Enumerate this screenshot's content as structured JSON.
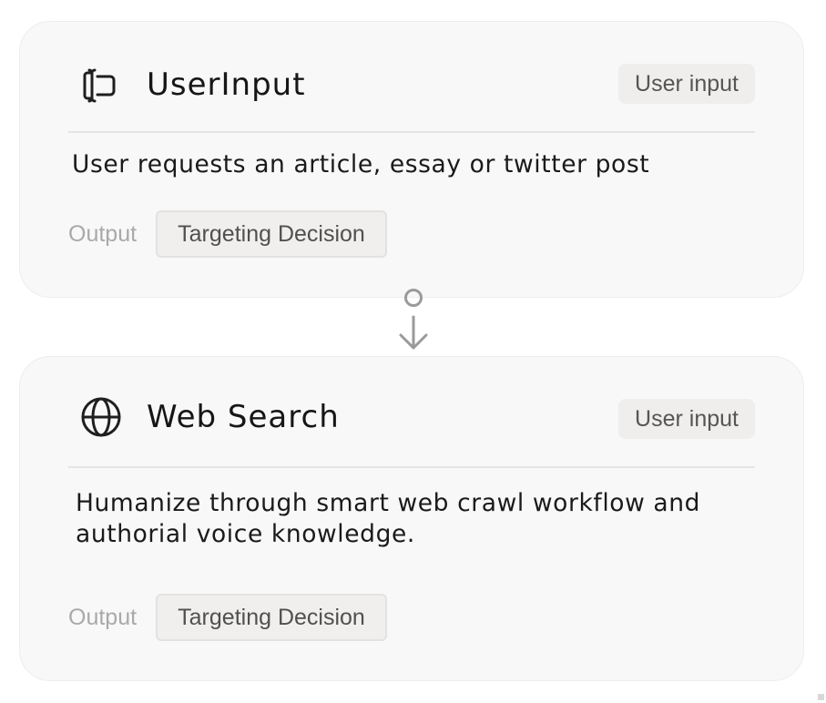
{
  "nodes": [
    {
      "icon": "text-cursor-input-icon",
      "title": "UserInput",
      "badge": "User input",
      "description": "User requests an article, essay or twitter post",
      "output_label": "Output",
      "output_value": "Targeting Decision"
    },
    {
      "icon": "globe-icon",
      "title": "Web Search",
      "badge": "User input",
      "description": "Humanize through smart web crawl workflow and authorial voice knowledge.",
      "output_label": "Output",
      "output_value": "Targeting Decision"
    }
  ],
  "colors": {
    "card_background": "#f8f8f8",
    "badge_background": "#efeeec",
    "connector": "#9a9a9a"
  }
}
